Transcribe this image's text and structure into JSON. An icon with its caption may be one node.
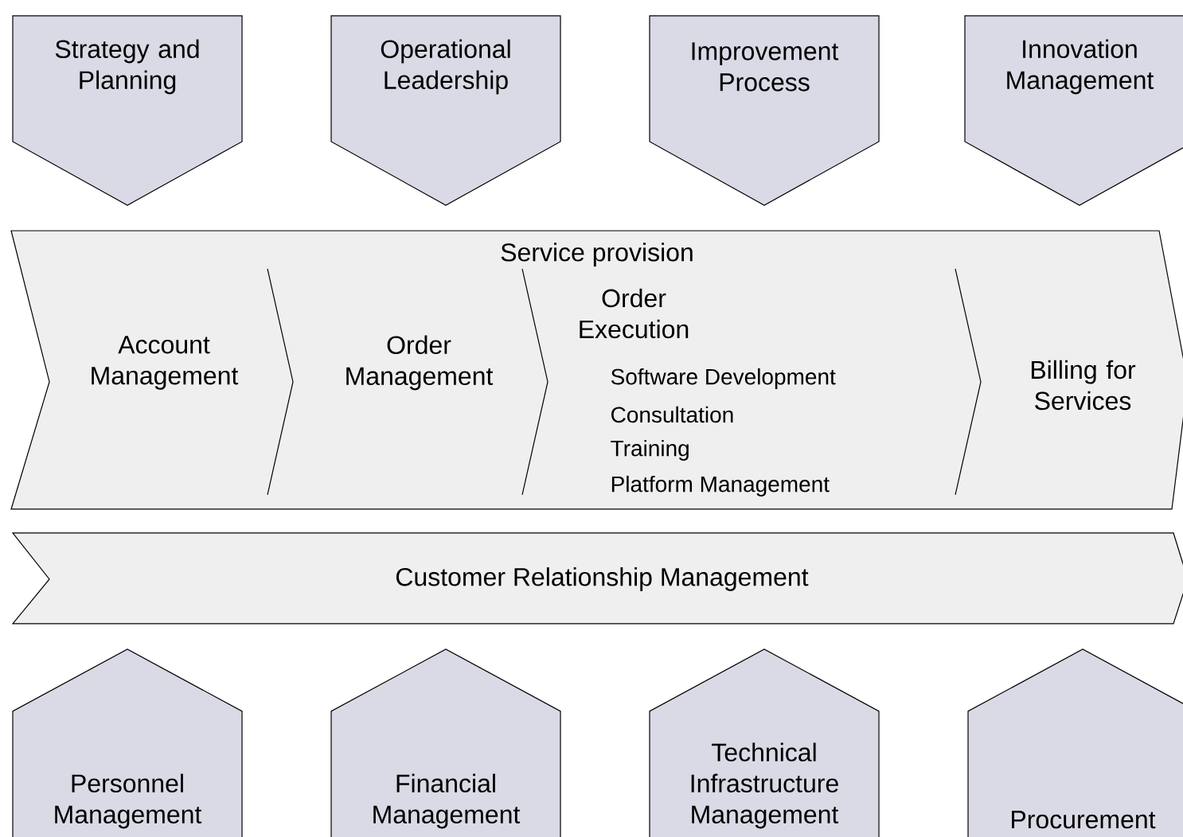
{
  "diagram": {
    "nodes": [
      {
        "text": [
          "Strategy and Planning"
        ]
      },
      {
        "text": [
          "Operational Leadership"
        ]
      },
      {
        "text": [
          "Improvement Process"
        ]
      },
      {
        "text": [
          "Innovation Management"
        ]
      },
      {
        "text": [
          "Service provision"
        ]
      },
      {
        "text": [
          "Account Management"
        ],
        "in": 4
      },
      {
        "text": [
          "Order Management"
        ],
        "in": 4
      },
      {
        "text": [
          "Order Execution",
          "Software Development",
          "Consultation",
          "Training",
          "Platform Management"
        ],
        "in": 4
      },
      {
        "text": [
          "Billing for Services"
        ],
        "in": 4
      },
      {
        "text": [
          "Customer Relationship Management"
        ]
      },
      {
        "text": [
          "Personnel Management"
        ]
      },
      {
        "text": [
          "Financial Management"
        ]
      },
      {
        "text": [
          "Technical Infrastructure Management"
        ]
      },
      {
        "text": [
          "Procurement"
        ]
      }
    ],
    "edges": []
  }
}
